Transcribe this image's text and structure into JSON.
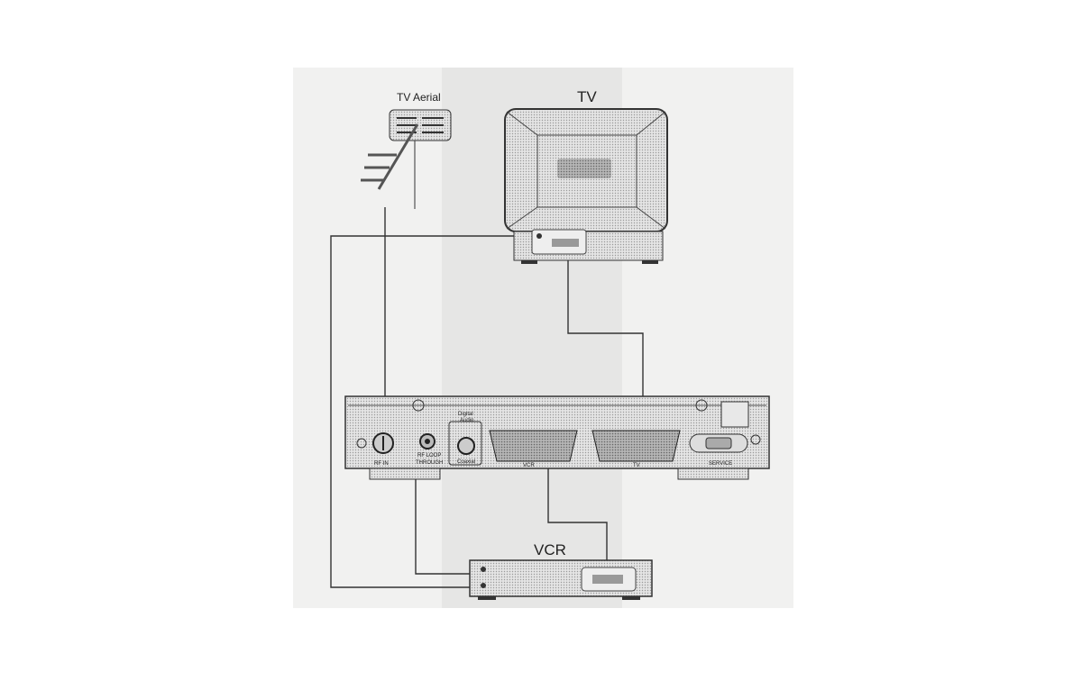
{
  "labels": {
    "aerial": "TV Aerial",
    "tv": "TV",
    "vcr": "VCR"
  },
  "receiver": {
    "rf_in": "RF IN",
    "rf_loop_1": "RF LOOP",
    "rf_loop_2": "THROUGH",
    "digital_audio_1": "Digital",
    "digital_audio_2": "Audio",
    "coaxial": "Coaxial",
    "vcr_scart": "VCR",
    "tv_scart": "TV",
    "service": "SERVICE"
  },
  "colors": {
    "line": "#333333",
    "device_fill": "#d9d9d9",
    "screen": "#9a9a9a"
  }
}
